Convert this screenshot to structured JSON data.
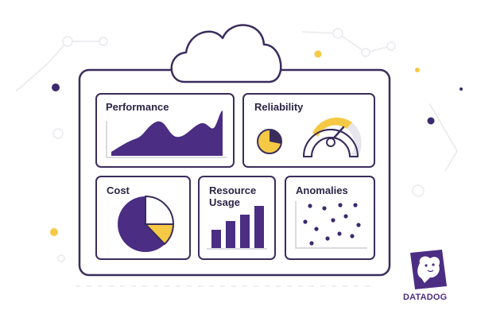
{
  "colors": {
    "outline": "#3a2d5c",
    "purple": "#4b2d83",
    "yellow": "#f6c945",
    "light_gray": "#e6e6ec",
    "dot_purple": "#3c2a6e"
  },
  "panels": {
    "performance": {
      "title": "Performance",
      "icon": "area-chart"
    },
    "reliability": {
      "title": "Reliability",
      "icon": "gauge"
    },
    "cost": {
      "title": "Cost",
      "icon": "pie-chart"
    },
    "resource_usage": {
      "title_line1": "Resource",
      "title_line2": "Usage",
      "icon": "bar-chart"
    },
    "anomalies": {
      "title": "Anomalies",
      "icon": "scatter-plot"
    }
  },
  "cloud": {
    "icon": "cloud-icon"
  },
  "brand": {
    "name": "DATADOG",
    "icon": "datadog-dog-logo"
  }
}
